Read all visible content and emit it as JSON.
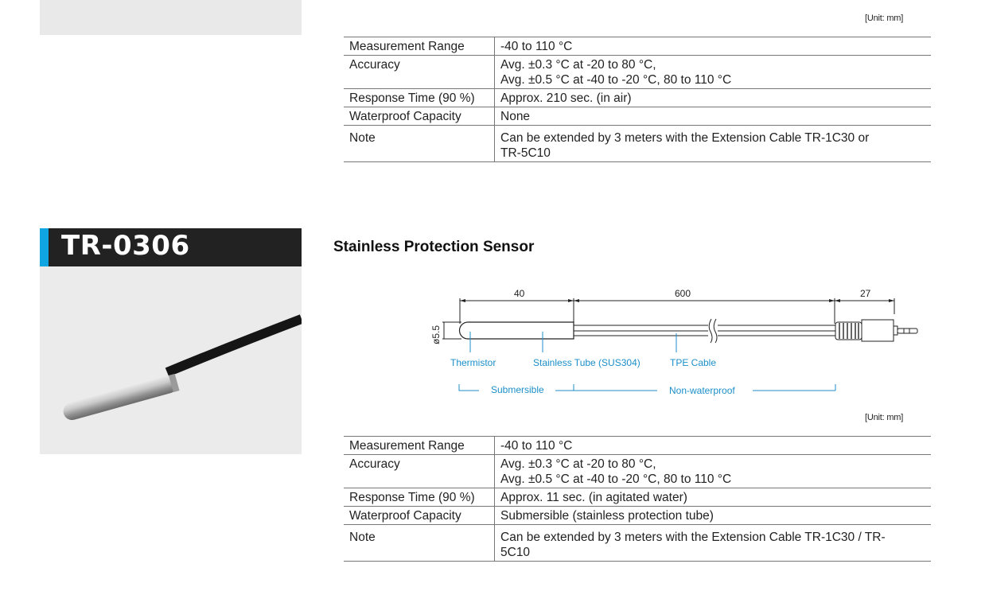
{
  "previous_product": {
    "unit_label": "[Unit: mm]",
    "specs": [
      {
        "label": "Measurement Range",
        "value": "-40 to 110 °C"
      },
      {
        "label": "Accuracy",
        "value_lines": [
          "Avg. ±0.3 °C at -20 to 80 °C,",
          "Avg. ±0.5 °C at -40 to -20 °C, 80 to 110 °C"
        ]
      },
      {
        "label": "Response Time (90 %)",
        "value": "Approx. 210 sec. (in air)"
      },
      {
        "label": "Waterproof Capacity",
        "value": "None"
      },
      {
        "label": "Note",
        "value_lines": [
          "Can be extended by 3 meters with the Extension Cable TR-1C30 or",
          "TR-5C10"
        ]
      }
    ]
  },
  "product": {
    "model": "TR-0306",
    "title": "Stainless Protection Sensor",
    "accent_color": "#0ea5e0",
    "diagram": {
      "dimensions": {
        "tube_length": "40",
        "cable_length": "600",
        "connector_length": "27",
        "diameter": "ø5.5"
      },
      "callouts": {
        "thermistor": "Thermistor",
        "tube": "Stainless Tube (SUS304)",
        "cable": "TPE Cable"
      },
      "zones": {
        "submersible": "Submersible",
        "non_waterproof": "Non-waterproof"
      }
    },
    "unit_label": "[Unit: mm]",
    "specs": [
      {
        "label": "Measurement Range",
        "value": "-40 to 110 °C"
      },
      {
        "label": "Accuracy",
        "value_lines": [
          "Avg. ±0.3 °C at -20 to 80 °C,",
          "Avg. ±0.5 °C at -40 to -20 °C, 80 to 110 °C"
        ]
      },
      {
        "label": "Response Time (90 %)",
        "value": "Approx. 11 sec. (in agitated water)"
      },
      {
        "label": "Waterproof Capacity",
        "value": "Submersible (stainless protection tube)"
      },
      {
        "label": "Note",
        "value_lines": [
          "Can be extended by 3 meters with the Extension Cable TR-1C30 / TR-",
          "5C10"
        ]
      }
    ]
  }
}
